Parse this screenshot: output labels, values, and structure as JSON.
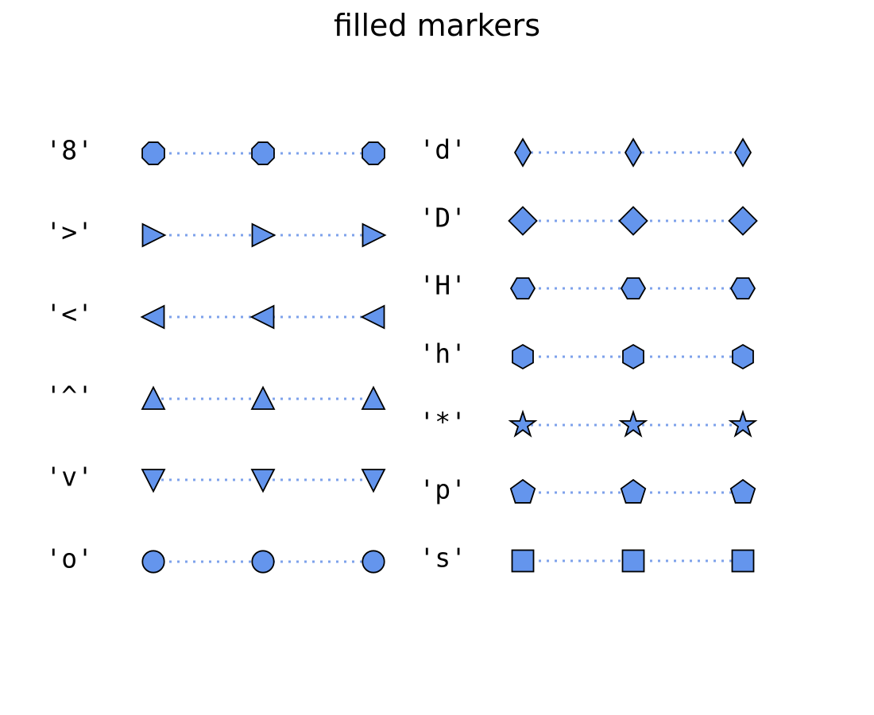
{
  "title": "filled markers",
  "colors": {
    "marker_fill": "#6495ED",
    "marker_edge": "#000000",
    "dotted_line": "#7EA2EB",
    "text": "#000000",
    "background": "#FFFFFF"
  },
  "chart_data": {
    "type": "line",
    "title": "filled markers",
    "x": [
      0,
      1,
      2
    ],
    "xlabel": "",
    "ylabel": "",
    "axes_visible": false,
    "grid": false,
    "legend": false,
    "line_style": "dotted",
    "marker_size": 10,
    "columns": [
      {
        "name": "left",
        "rows": [
          {
            "label": "'8'",
            "marker_char": "8",
            "shape": "octagon",
            "y": [
              5,
              5,
              5
            ]
          },
          {
            "label": "'>'",
            "marker_char": ">",
            "shape": "triangle-right",
            "y": [
              4,
              4,
              4
            ]
          },
          {
            "label": "'<'",
            "marker_char": "<",
            "shape": "triangle-left",
            "y": [
              3,
              3,
              3
            ]
          },
          {
            "label": "'^'",
            "marker_char": "^",
            "shape": "triangle-up",
            "y": [
              2,
              2,
              2
            ]
          },
          {
            "label": "'v'",
            "marker_char": "v",
            "shape": "triangle-down",
            "y": [
              1,
              1,
              1
            ]
          },
          {
            "label": "'o'",
            "marker_char": "o",
            "shape": "circle",
            "y": [
              0,
              0,
              0
            ]
          }
        ]
      },
      {
        "name": "right",
        "rows": [
          {
            "label": "'d'",
            "marker_char": "d",
            "shape": "thin-diamond",
            "y": [
              6,
              6,
              6
            ]
          },
          {
            "label": "'D'",
            "marker_char": "D",
            "shape": "diamond",
            "y": [
              5,
              5,
              5
            ]
          },
          {
            "label": "'H'",
            "marker_char": "H",
            "shape": "hexagon2",
            "y": [
              4,
              4,
              4
            ]
          },
          {
            "label": "'h'",
            "marker_char": "h",
            "shape": "hexagon1",
            "y": [
              3,
              3,
              3
            ]
          },
          {
            "label": "'*'",
            "marker_char": "*",
            "shape": "star",
            "y": [
              2,
              2,
              2
            ]
          },
          {
            "label": "'p'",
            "marker_char": "p",
            "shape": "pentagon",
            "y": [
              1,
              1,
              1
            ]
          },
          {
            "label": "'s'",
            "marker_char": "s",
            "shape": "square",
            "y": [
              0,
              0,
              0
            ]
          }
        ]
      }
    ]
  }
}
